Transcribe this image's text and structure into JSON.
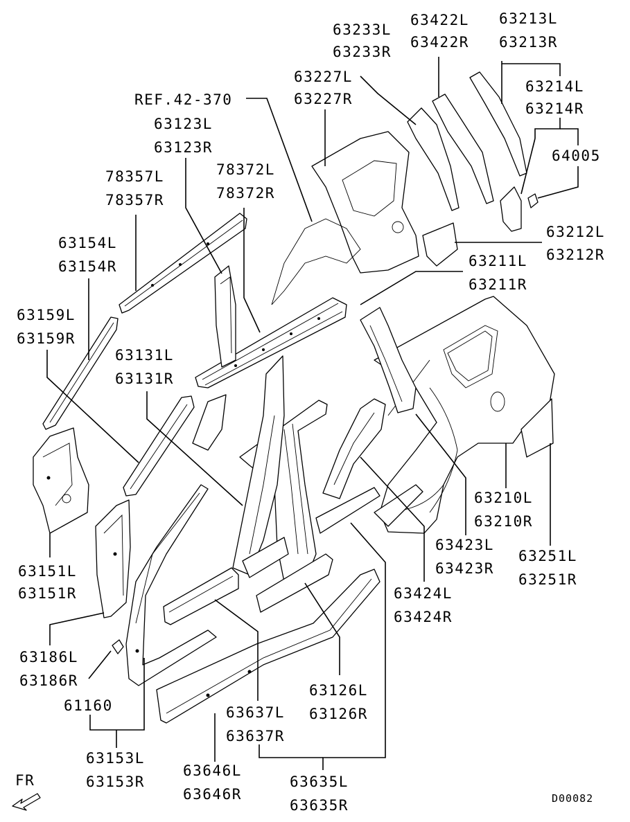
{
  "diagram_id": "D00082",
  "direction_label": "FR",
  "reference_label": "REF.42-370",
  "callouts": [
    {
      "id": "c1",
      "left": "63233L",
      "right": "63233R"
    },
    {
      "id": "c2",
      "left": "63422L",
      "right": "63422R"
    },
    {
      "id": "c3",
      "left": "63213L",
      "right": "63213R"
    },
    {
      "id": "c4",
      "left": "63227L",
      "right": "63227R"
    },
    {
      "id": "c5",
      "left": "63214L",
      "right": "63214R"
    },
    {
      "id": "c6",
      "single": "64005"
    },
    {
      "id": "c7",
      "left": "63123L",
      "right": "63123R"
    },
    {
      "id": "c8",
      "left": "78357L",
      "right": "78357R"
    },
    {
      "id": "c9",
      "left": "78372L",
      "right": "78372R"
    },
    {
      "id": "c10",
      "left": "63212L",
      "right": "63212R"
    },
    {
      "id": "c11",
      "left": "63154L",
      "right": "63154R"
    },
    {
      "id": "c12",
      "left": "63211L",
      "right": "63211R"
    },
    {
      "id": "c13",
      "left": "63159L",
      "right": "63159R"
    },
    {
      "id": "c14",
      "left": "63131L",
      "right": "63131R"
    },
    {
      "id": "c15",
      "left": "63210L",
      "right": "63210R"
    },
    {
      "id": "c16",
      "left": "63423L",
      "right": "63423R"
    },
    {
      "id": "c17",
      "left": "63251L",
      "right": "63251R"
    },
    {
      "id": "c18",
      "left": "63151L",
      "right": "63151R"
    },
    {
      "id": "c19",
      "left": "63424L",
      "right": "63424R"
    },
    {
      "id": "c20",
      "left": "63186L",
      "right": "63186R"
    },
    {
      "id": "c21",
      "single": "61160"
    },
    {
      "id": "c22",
      "left": "63126L",
      "right": "63126R"
    },
    {
      "id": "c23",
      "left": "63637L",
      "right": "63637R"
    },
    {
      "id": "c24",
      "left": "63153L",
      "right": "63153R"
    },
    {
      "id": "c25",
      "left": "63646L",
      "right": "63646R"
    },
    {
      "id": "c26",
      "left": "63635L",
      "right": "63635R"
    }
  ]
}
